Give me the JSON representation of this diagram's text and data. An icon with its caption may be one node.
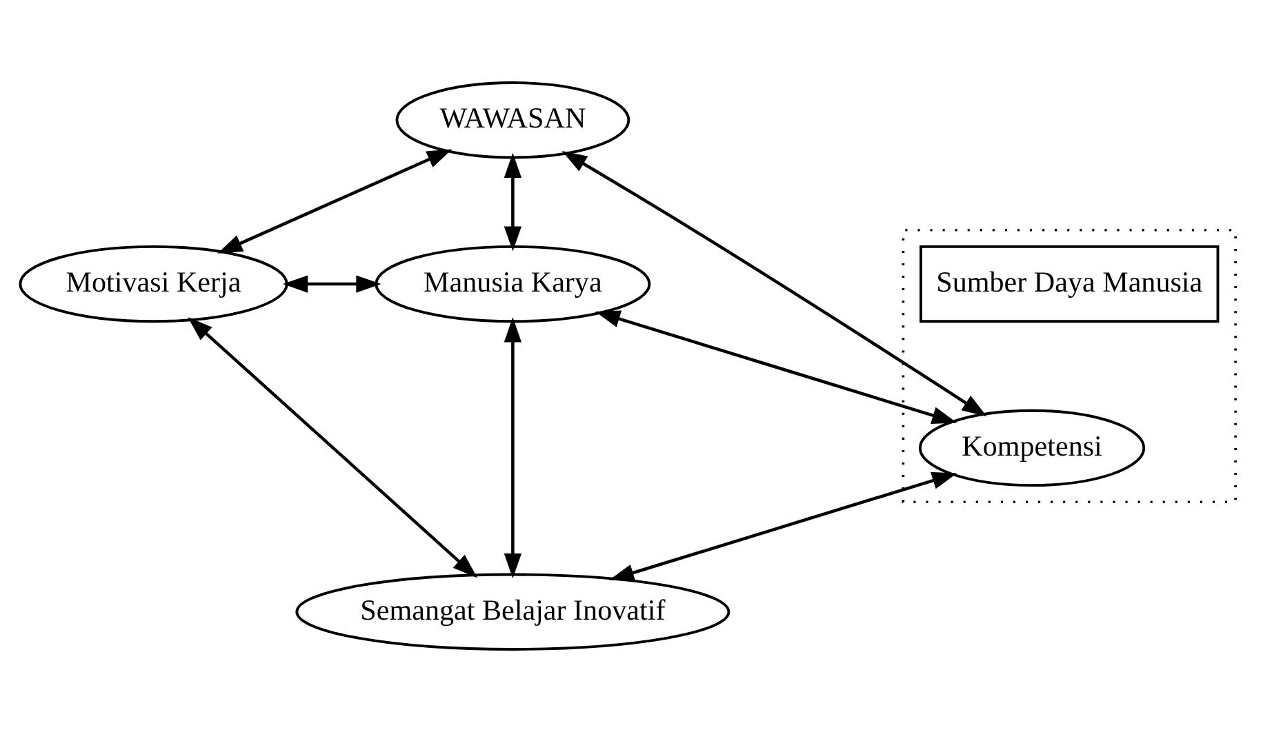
{
  "diagram": {
    "nodes": [
      {
        "text": [
          "WAWASAN"
        ]
      },
      {
        "text": [
          "Motivasi Kerja"
        ]
      },
      {
        "text": [
          "Manusia Karya"
        ]
      },
      {
        "text": [],
        "shape": "box"
      },
      {
        "text": [
          "Sumber Daya Manusia"
        ],
        "in": 3
      },
      {
        "text": [
          "Kompetensi"
        ],
        "in": 3
      },
      {
        "text": [
          "Semangat Belajar Inovatif"
        ]
      }
    ],
    "edges": [
      {
        "from": 0,
        "to": 1,
        "arrow": "both"
      },
      {
        "from": 0,
        "to": 2,
        "arrow": "both"
      },
      {
        "from": 0,
        "to": 5,
        "arrow": "both"
      },
      {
        "from": 1,
        "to": 2,
        "arrow": "both"
      },
      {
        "from": 2,
        "to": 5,
        "arrow": "both"
      },
      {
        "from": 2,
        "to": 6,
        "arrow": "both"
      },
      {
        "from": 1,
        "to": 6,
        "arrow": "both"
      },
      {
        "from": 5,
        "to": 6,
        "arrow": "both"
      }
    ]
  }
}
